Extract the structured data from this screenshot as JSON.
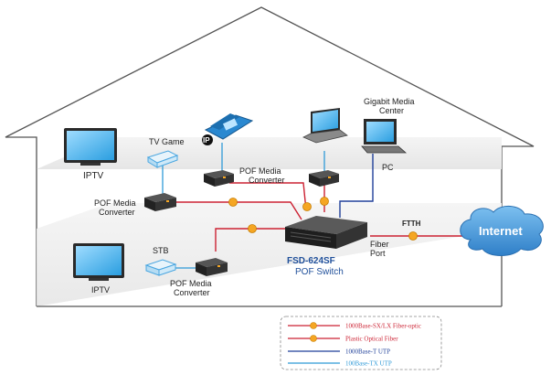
{
  "labels": {
    "iptv_top": "IPTV",
    "tv_game": "TV Game",
    "gigabit_media_center": [
      "Gigabit Media",
      "Center"
    ],
    "pc": "PC",
    "pof_mc_left": [
      "POF Media",
      "Converter"
    ],
    "pof_mc_mid": [
      "POF Media",
      "Converter"
    ],
    "pof_mc_bottom": [
      "POF Media",
      "Converter"
    ],
    "stb": "STB",
    "iptv_bottom": "IPTV",
    "switch_model": "FSD-624SF",
    "switch_type": "POF Switch",
    "ftth": "FTTH",
    "fiber_port": [
      "Fiber",
      "Port"
    ],
    "internet": "Internet",
    "ip_badge": "IP"
  },
  "legend": [
    {
      "label": "1000Base-SX/LX Fiber-optic",
      "color": "#cc2233",
      "marker": true
    },
    {
      "label": "Plastic Optical Fiber",
      "color": "#cc2233",
      "marker": true
    },
    {
      "label": "1000Base-T UTP",
      "color": "#1f3f99",
      "marker": false
    },
    {
      "label": "100Base-TX UTP",
      "color": "#2f9ad8",
      "marker": false
    }
  ],
  "colors": {
    "fiber": "#cc2233",
    "pof": "#cc2233",
    "utp1000": "#1f3f99",
    "utp100": "#2f9ad8",
    "marker": "#f5a623",
    "cloud": "#3b8fd6"
  },
  "icons": [
    "tv-icon",
    "game-console-icon",
    "ip-phone-icon",
    "laptop-icon",
    "desktop-pc-icon",
    "media-converter-icon",
    "set-top-box-icon",
    "pof-switch-icon",
    "internet-cloud-icon"
  ]
}
